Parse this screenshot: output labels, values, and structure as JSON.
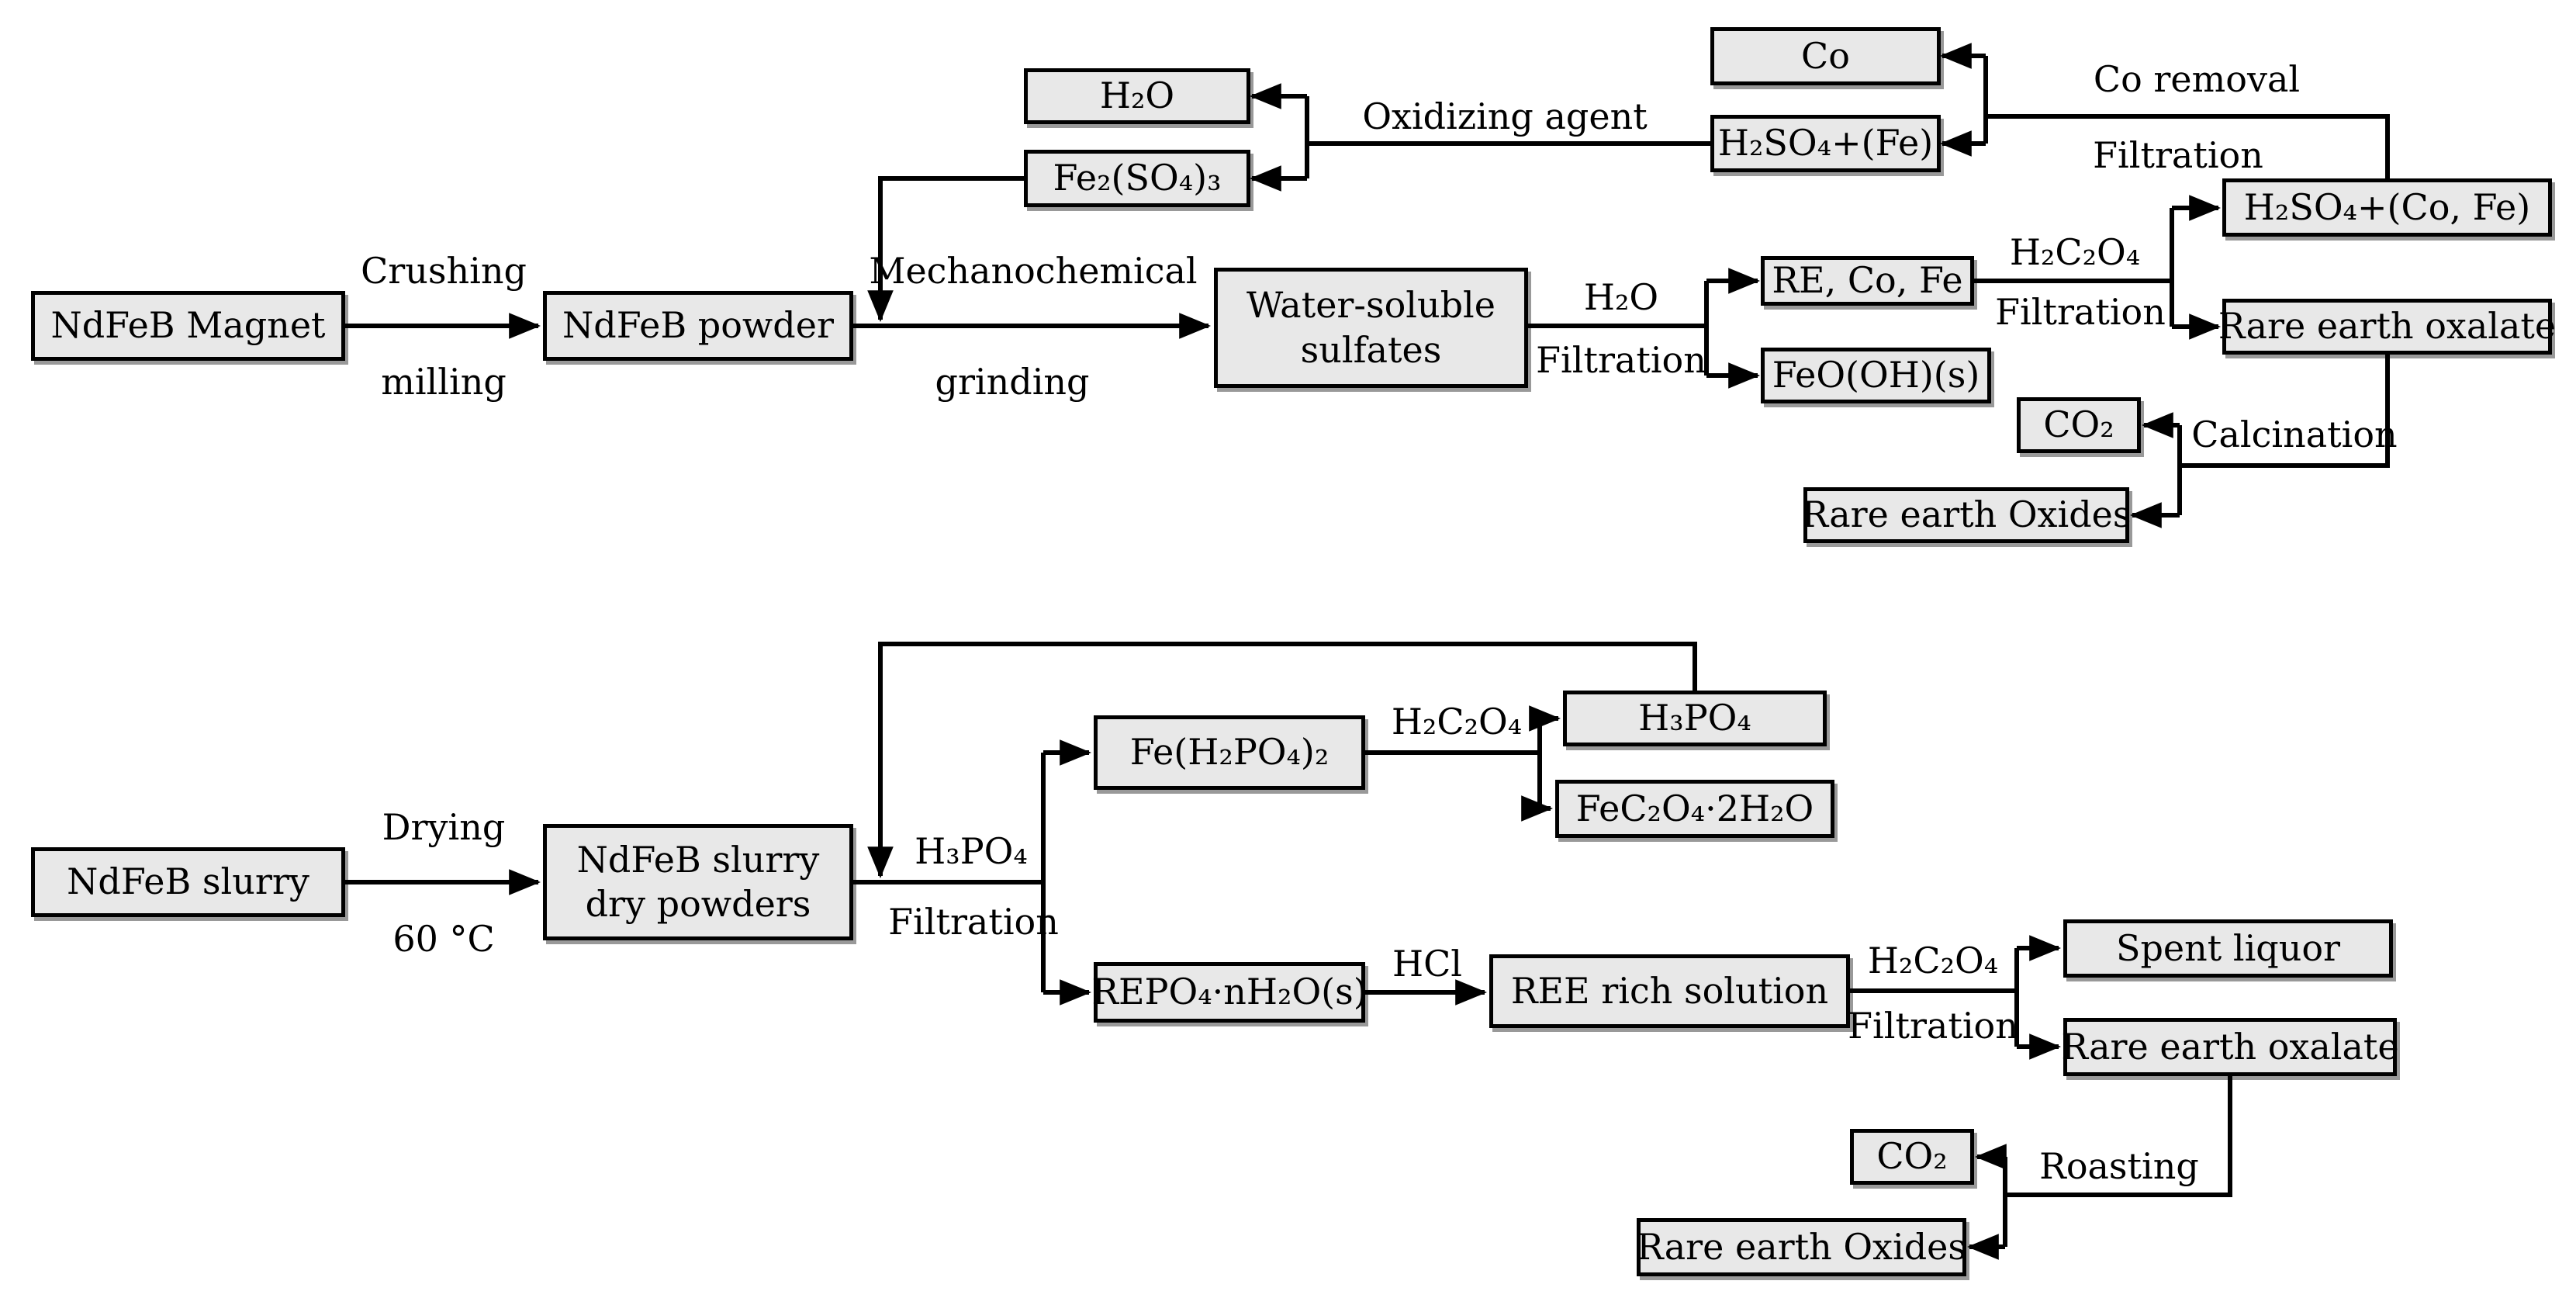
{
  "colors": {
    "background": "#ffffff",
    "box_fill": "#e8e8e8",
    "box_border": "#000000",
    "line": "#000000",
    "text": "#000000"
  },
  "flow_top": {
    "nodes": {
      "magnet": "NdFeB Magnet",
      "powder": "NdFeB powder",
      "sulfates_line1": "Water-soluble",
      "sulfates_line2": "sulfates",
      "h2o": "H₂O",
      "fe2so43": "Fe₂(SO₄)₃",
      "h2so4_fe": "H₂SO₄+(Fe)",
      "co": "Co",
      "h2so4_co_fe": "H₂SO₄+(Co, Fe)",
      "re_co_fe": "RE, Co, Fe",
      "feooh": "FeO(OH)(s)",
      "oxalate": "Rare earth oxalate",
      "co2": "CO₂",
      "oxides": "Rare earth Oxides"
    },
    "labels": {
      "crushing": "Crushing",
      "milling": "milling",
      "mechanochemical": "Mechanochemical",
      "grinding": "grinding",
      "oxidizing_agent": "Oxidizing agent",
      "co_removal": "Co removal",
      "co_removal_filtration": "Filtration",
      "wash_h2o": "H₂O",
      "wash_filtration": "Filtration",
      "oxalate_h2c2o4": "H₂C₂O₄",
      "oxalate_filtration": "Filtration",
      "calcination": "Calcination"
    }
  },
  "flow_bottom": {
    "nodes": {
      "slurry": "NdFeB slurry",
      "dry_line1": "NdFeB slurry",
      "dry_line2": "dry powders",
      "feh2po42": "Fe(H₂PO₄)₂",
      "h3po4": "H₃PO₄",
      "fec2o4": "FeC₂O₄·2H₂O",
      "repo4": "REPO₄·nH₂O(s)",
      "ree": "REE rich solution",
      "spent": "Spent liquor",
      "oxalate": "Rare earth oxalate",
      "co2": "CO₂",
      "oxides": "Rare earth Oxides"
    },
    "labels": {
      "drying": "Drying",
      "temp": "60 °C",
      "h3po4": "H₃PO₄",
      "h3po4_filtration": "Filtration",
      "iron_h2c2o4": "H₂C₂O₄",
      "hcl": "HCl",
      "oxalate_h2c2o4": "H₂C₂O₄",
      "oxalate_filtration": "Filtration",
      "roasting": "Roasting"
    }
  }
}
